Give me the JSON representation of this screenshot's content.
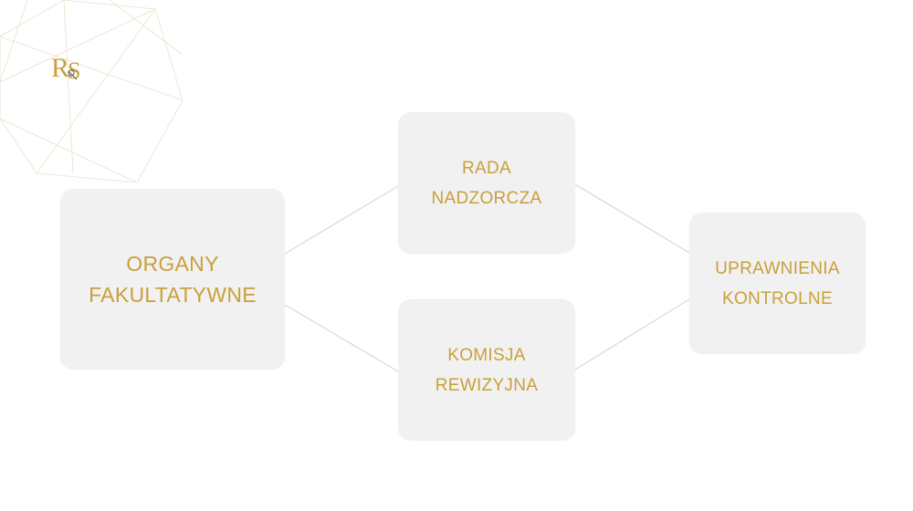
{
  "colors": {
    "accent": "#c9a03a",
    "box_background": "#f1f1f1",
    "connector": "#cfcfcf"
  },
  "logo": {
    "icon": "rs-monogram-logo",
    "text": "R&S"
  },
  "diagram": {
    "root": {
      "line1": "ORGANY",
      "line2": "FAKULTATYWNE"
    },
    "branches": [
      {
        "line1": "RADA",
        "line2": "NADZORCZA"
      },
      {
        "line1": "KOMISJA",
        "line2": "REWIZYJNA"
      }
    ],
    "target": {
      "line1": "UPRAWNIENIA",
      "line2": "KONTROLNE"
    }
  }
}
